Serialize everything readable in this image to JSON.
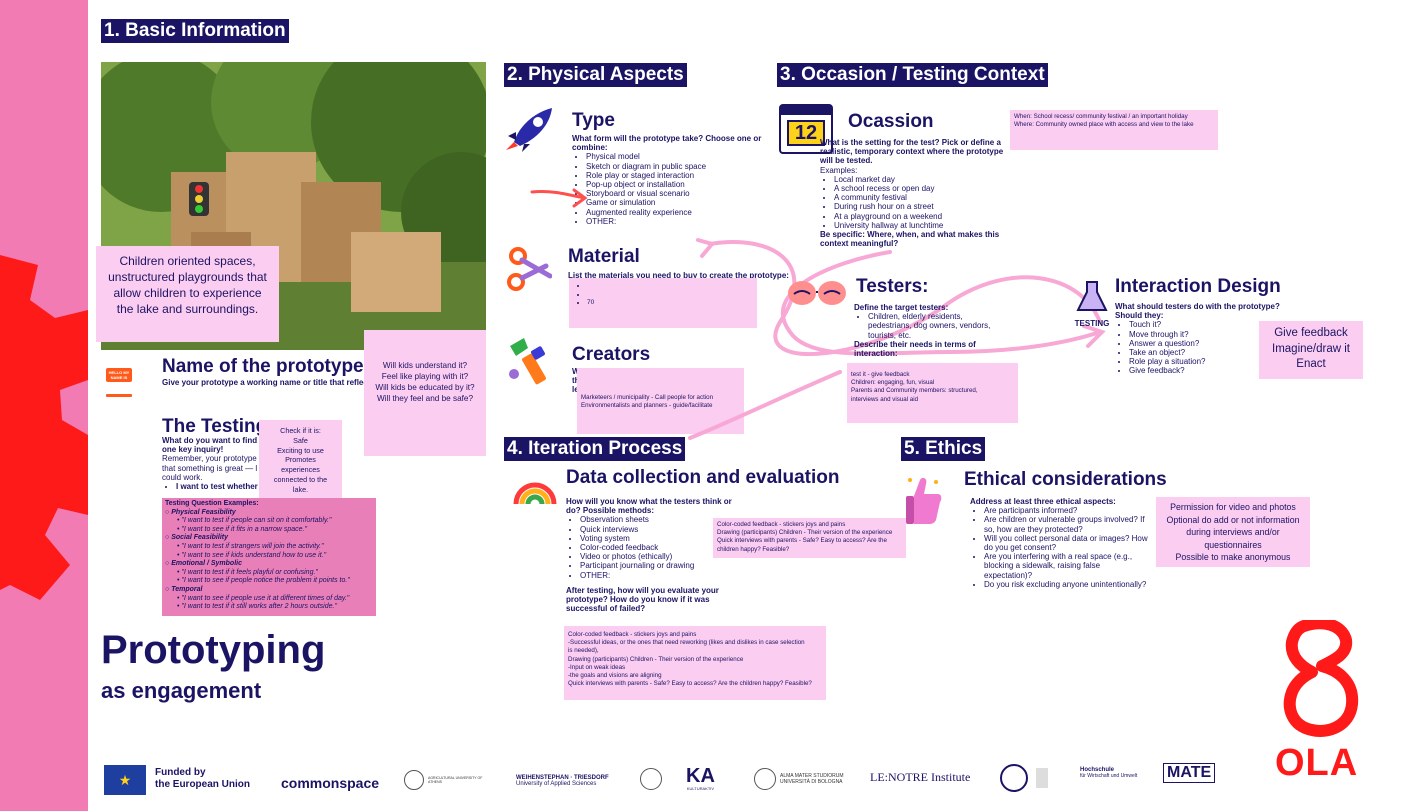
{
  "sections": {
    "basic": "1. Basic Information",
    "physical": "2. Physical Aspects",
    "occasion": "3. Occasion / Testing Context",
    "iteration": "4. Iteration Process",
    "ethics": "5. Ethics"
  },
  "photo_note": "Children oriented spaces, unstructured playgrounds that allow children to experience the lake and surroundings.",
  "name": {
    "title": "Name of the prototype:",
    "text": "Give your prototype a working name or title that reflects",
    "badge": "HELLO MY NAME IS"
  },
  "sticky_kids": [
    "Will kids understand it?",
    "Feel like playing with it?",
    "Will kids be educated by it?",
    "Will they feel and be safe?"
  ],
  "testing_q": {
    "title": "The Testing",
    "intro_b": "What do you want to find o",
    "intro_b2": "one key inquiry!",
    "lines": [
      "Remember, your prototype",
      "that something is great — l",
      "could work."
    ],
    "bullet": "I want to test whether",
    "examples_title": "Testing Question Examples:",
    "cats": [
      {
        "name": "Physical Feasibility",
        "items": [
          "\"I want to test if people can sit on it comfortably.\"",
          "\"I want to see if it fits in a narrow space.\""
        ]
      },
      {
        "name": "Social Feasibility",
        "items": [
          "\"I want to test if strangers will join the activity.\"",
          "\"I want to see if kids understand how to use it.\""
        ]
      },
      {
        "name": "Emotional / Symbolic",
        "items": [
          "\"I want to test if it feels playful or confusing.\"",
          "\"I want to see if people notice the problem it points to.\""
        ]
      },
      {
        "name": "Temporal",
        "items": [
          "\"I want to see if people use it at different times of day.\"",
          "\"I want to test if it still works after 2 hours outside.\""
        ]
      }
    ]
  },
  "check_note": [
    "Check if it is:",
    "Safe",
    "Exciting to use",
    "Promotes",
    "experiences",
    "connected to the",
    "lake."
  ],
  "prototyping": {
    "title": "Prototyping",
    "subtitle": "as engagement"
  },
  "type": {
    "title": "Type",
    "q": "What form will the prototype take? Choose one or combine:",
    "items": [
      "Physical model",
      "Sketch or diagram in public space",
      "Role play or staged interaction",
      "Pop-up object or installation",
      "Storyboard or visual scenario",
      "Game or simulation",
      "Augmented reality experience",
      "OTHER:"
    ]
  },
  "material": {
    "title": "Material",
    "q": "List the materials you need to buy to create the prototype:",
    "items": [
      "",
      "",
      "70"
    ]
  },
  "creators": {
    "title": "Creators",
    "q_lines": [
      "W",
      "th",
      "le"
    ],
    "note": [
      "Marketeers / municipality - Call people for action",
      "Environmentalists and planners - guide/facilitate"
    ]
  },
  "occasion": {
    "title": "Ocassion",
    "calendar": "12",
    "q": "What is the setting for the test? Pick or define a realistic, temporary context where the prototype will be tested.",
    "ex": "Examples:",
    "items": [
      "Local market day",
      "A school recess or open day",
      "A community festival",
      "During rush hour on a street",
      "At a playground on a weekend",
      "University hallway at lunchtime"
    ],
    "specific": "Be specific: Where, when, and what makes this context meaningful?",
    "note": [
      "When: School recess/ community festival / an important holiday",
      "Where: Community owned place with access and view to the lake"
    ]
  },
  "testers": {
    "title": "Testers:",
    "q": "Define the target testers:",
    "items": [
      "Children, elderly residents, pedestrians, dog owners, vendors, tourists, etc."
    ],
    "needs": "Describe their needs in terms of interaction:",
    "note": [
      "test it - give feedback",
      "Children: engaging, fun, visual",
      "Parents and Community members: structured,",
      "interviews and visual aid"
    ]
  },
  "interaction": {
    "title": "Interaction Design",
    "q": "What should testers do with the prototype? Should they:",
    "items": [
      "Touch it?",
      "Move through it?",
      "Answer a question?",
      "Take an object?",
      "Role play a situation?",
      "Give feedback?"
    ],
    "icon_label": "TESTING",
    "note": [
      "Give feedback",
      "Imagine/draw it",
      "Enact"
    ]
  },
  "data": {
    "title": "Data collection and evaluation",
    "q": "How will you know what the testers think or do? Possible methods:",
    "items": [
      "Observation sheets",
      "Quick interviews",
      "Voting system",
      "Color-coded feedback",
      "Video or photos (ethically)",
      "Participant journaling or drawing",
      "OTHER:"
    ],
    "q2": "After testing, how will you evaluate your prototype? How do you know if it was successful of failed?",
    "note1": [
      "Color-coded feedback - stickers joys and pains",
      "Drawing (participants) Children - Their version of the experience",
      "Quick interviews with parents - Safe? Easy to access? Are the",
      "children happy? Feasible?"
    ],
    "note2": [
      "Color-coded feedback - stickers joys and pains",
      "-Successful ideas, or the ones that need reworking (likes and dislikes in case selection",
      "is needed),",
      "Drawing (participants) Children - Their version of the experience",
      "-Input on weak ideas",
      "-the goals and visions are aligning",
      "Quick interviews with parents - Safe? Easy to access? Are the children happy? Feasible?"
    ]
  },
  "ethics": {
    "title": "Ethical considerations",
    "q": "Address at least three ethical aspects:",
    "items": [
      "Are participants informed?",
      "Are children or vulnerable groups involved? If so, how are they protected?",
      "Will you collect personal data or images? How do you get consent?",
      "Are you interfering with a real space (e.g., blocking a sidewalk, raising false expectation)?",
      "Do you risk excluding anyone unintentionally?"
    ],
    "note": [
      "Permission for video and photos",
      "Optional do add or not information",
      "during interviews and/or",
      "questionnaires",
      "Possible to make anonymous"
    ]
  },
  "logos": {
    "eu": [
      "Funded by",
      "the European Union"
    ],
    "commonspace": "commonspace",
    "aau": "AGRICULTURAL UNIVERSITY OF ATHENS",
    "ws": "WEIHENSTEPHAN · TRIESDORF",
    "ws2": "University of Applied Sciences",
    "ka": "KA",
    "ka2": "KULTURAKTIV",
    "bologna": "ALMA MATER STUDIORUM",
    "bologna2": "UNIVERSITÀ DI BOLOGNA",
    "lenotre": "LE:NOTRE Institute",
    "hs": "Hochschule",
    "hs2": "für Wirtschaft und Umwelt",
    "mate": "MATE",
    "ola": "OLA"
  },
  "colors": {
    "navy": "#1b1464",
    "pink": "#fbcdf0",
    "hotpink": "#e87fb8",
    "red": "#ff1a1a",
    "sidebar": "#f27bb3"
  }
}
